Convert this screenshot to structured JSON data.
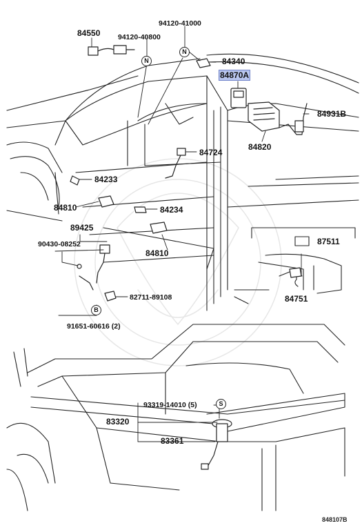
{
  "parts": {
    "p84550": "84550",
    "p94120_41000": "94120-41000",
    "p94120_40800": "94120-40800",
    "p84340": "84340",
    "p84870A": "84870A",
    "p84931B": "84931B",
    "p84820": "84820",
    "p84724": "84724",
    "p84233": "84233",
    "p84810a": "84810",
    "p84234": "84234",
    "p89425": "89425",
    "p90430": "90430-08252",
    "p84810b": "84810",
    "p87511": "87511",
    "p84751": "84751",
    "p82711": "82711-89108",
    "p91651": "91651-60616 (2)",
    "p93319": "93319-14010 (5)",
    "p83320": "83320",
    "p83361": "83361"
  },
  "markers": {
    "n1": "N",
    "n2": "N",
    "b": "B",
    "s": "S"
  },
  "ref": "848107B",
  "colors": {
    "highlight": "#b9c6ee",
    "line": "#222222"
  }
}
